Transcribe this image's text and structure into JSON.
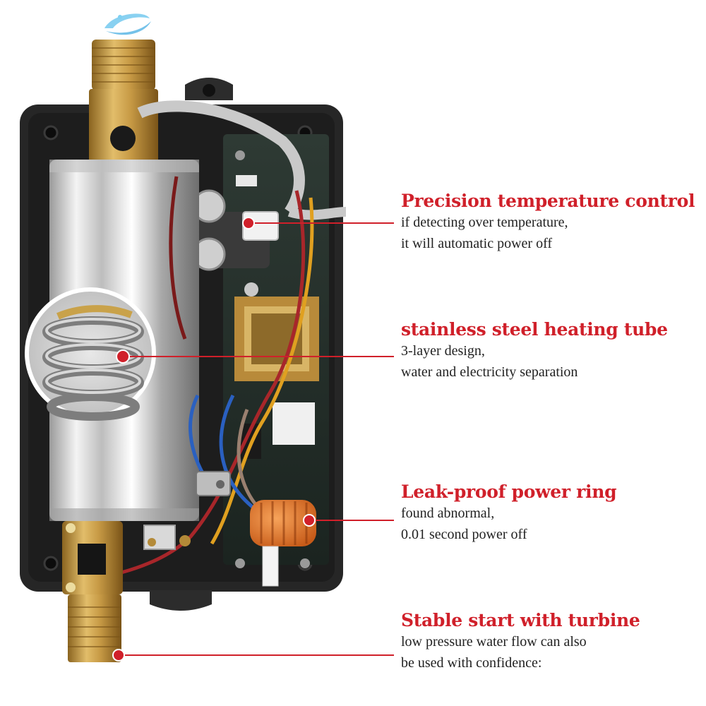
{
  "callouts": [
    {
      "title": "Precision temperature control",
      "lines": [
        "if detecting over temperature,",
        "it will automatic power off"
      ]
    },
    {
      "title": "stainless steel heating tube",
      "lines": [
        "3-layer design,",
        "water and electricity separation"
      ]
    },
    {
      "title": "Leak-proof power ring",
      "lines": [
        "found abnormal,",
        "0.01 second power off"
      ]
    },
    {
      "title": "Stable start with turbine",
      "lines": [
        "low pressure water flow can also",
        "be used with confidence:"
      ]
    }
  ],
  "colors": {
    "accent": "#d0202a",
    "text": "#222222",
    "housing": "#262626",
    "brass": "#c8a04a",
    "steel": "#d9d9d9"
  }
}
